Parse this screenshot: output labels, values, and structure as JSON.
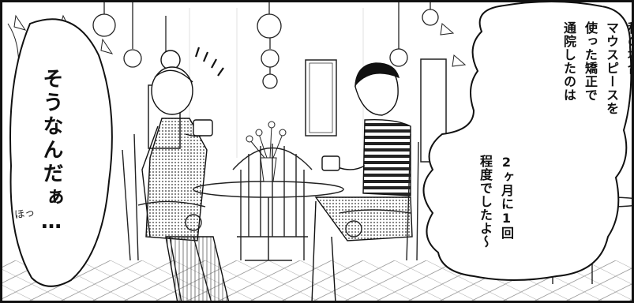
{
  "panel": {
    "speech_left": "そうなんだぁ…",
    "speech_right_part1": "私の場合\nマウスピースを\n使った矯正で\n通院したのは",
    "speech_right_part2": "2ヶ月に1回\n程度でしたよ〜",
    "sound_effect": "ほっ",
    "colors": {
      "ink": "#111111",
      "paper": "#ffffff",
      "tone": "#d9d9d9"
    }
  }
}
